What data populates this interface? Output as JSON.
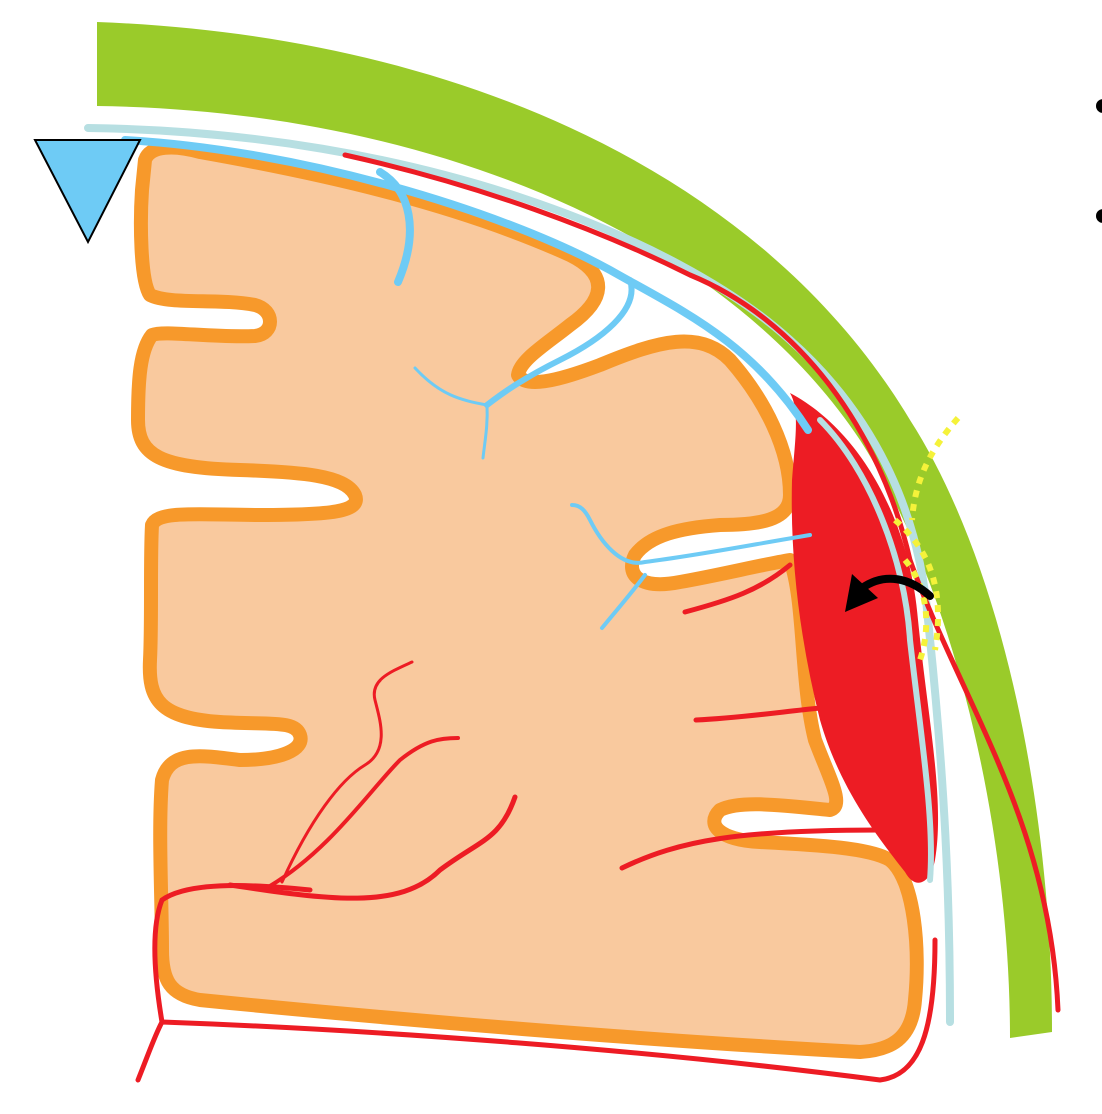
{
  "diagram": {
    "colors": {
      "background": "#ffffff",
      "skull": "#9acb2a",
      "dura": "#b7dfe2",
      "cortex_fill": "#f9c99e",
      "cortex_outline": "#f7992b",
      "veins": "#6ecbf5",
      "arteries": "#ed1c24",
      "hematoma": "#ed1c24",
      "highlight": "#f5f23a",
      "arrow": "#000000",
      "bullets": "#000000"
    },
    "elements": [
      "skull",
      "dura-mater",
      "cortex",
      "cortical-veins",
      "cortical-arteries",
      "hematoma",
      "bleeding-point-highlight",
      "direction-arrow",
      "venous-sinus-triangle-icon",
      "legend-bullets"
    ]
  }
}
